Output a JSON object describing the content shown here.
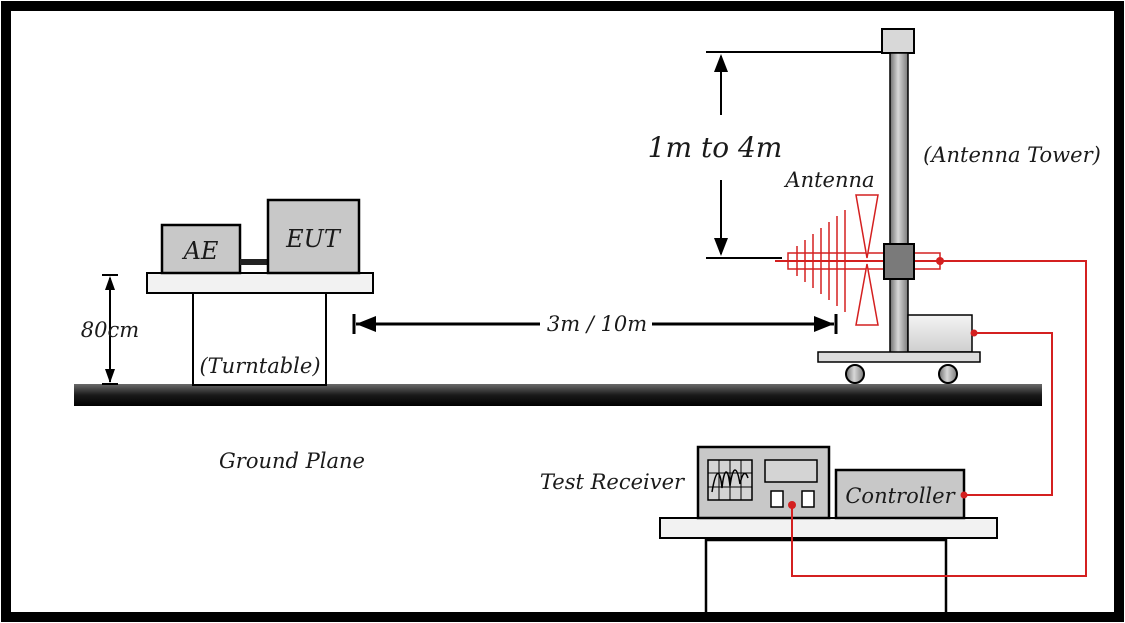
{
  "diagram": {
    "labels": {
      "ae": "AE",
      "eut": "EUT",
      "height": "80cm",
      "turntable": "(Turntable)",
      "distance": "3m / 10m",
      "ground_plane": "Ground Plane",
      "antenna_height": "1m to 4m",
      "antenna": "Antenna",
      "antenna_tower": "(Antenna Tower)",
      "test_receiver": "Test Receiver",
      "controller": "Controller"
    },
    "colors": {
      "frame": "#000000",
      "box_fill": "#c8c8c8",
      "cable": "#d42020",
      "ground": "#000000",
      "table": "#f2f2f2"
    }
  }
}
